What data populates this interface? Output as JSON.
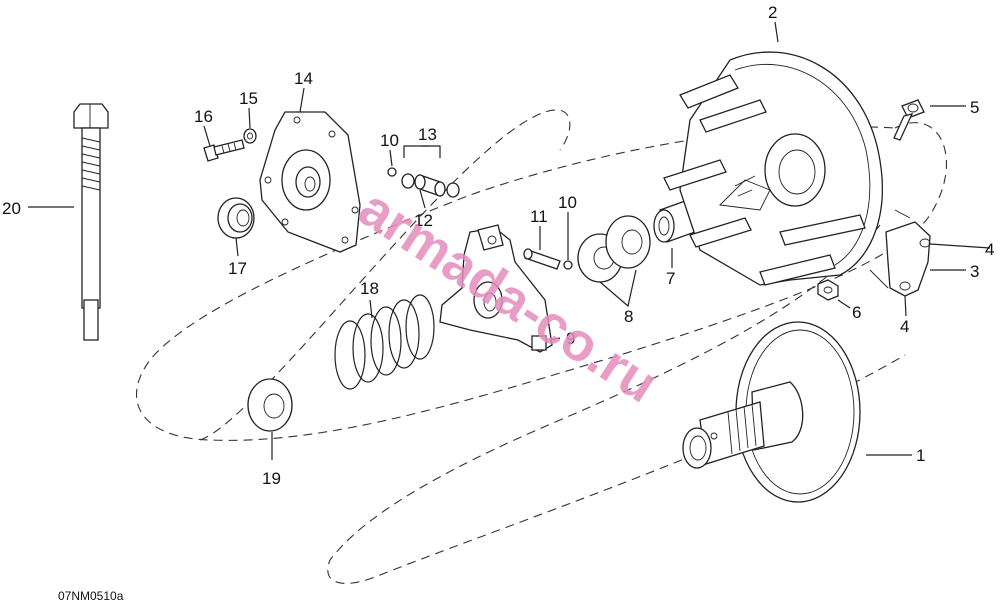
{
  "diagram": {
    "callouts": [
      {
        "id": "1",
        "text": "1"
      },
      {
        "id": "2",
        "text": "2"
      },
      {
        "id": "3",
        "text": "3"
      },
      {
        "id": "4a",
        "text": "4"
      },
      {
        "id": "4b",
        "text": "4"
      },
      {
        "id": "5",
        "text": "5"
      },
      {
        "id": "6",
        "text": "6"
      },
      {
        "id": "7",
        "text": "7"
      },
      {
        "id": "8",
        "text": "8"
      },
      {
        "id": "9",
        "text": "9"
      },
      {
        "id": "10a",
        "text": "10"
      },
      {
        "id": "10b",
        "text": "10"
      },
      {
        "id": "11",
        "text": "11"
      },
      {
        "id": "12",
        "text": "12"
      },
      {
        "id": "13",
        "text": "13"
      },
      {
        "id": "14",
        "text": "14"
      },
      {
        "id": "15",
        "text": "15"
      },
      {
        "id": "16",
        "text": "16"
      },
      {
        "id": "17",
        "text": "17"
      },
      {
        "id": "18",
        "text": "18"
      },
      {
        "id": "19",
        "text": "19"
      },
      {
        "id": "20",
        "text": "20"
      }
    ],
    "drawing_code": "07NM0510a",
    "watermark": "armada-co.ru"
  }
}
